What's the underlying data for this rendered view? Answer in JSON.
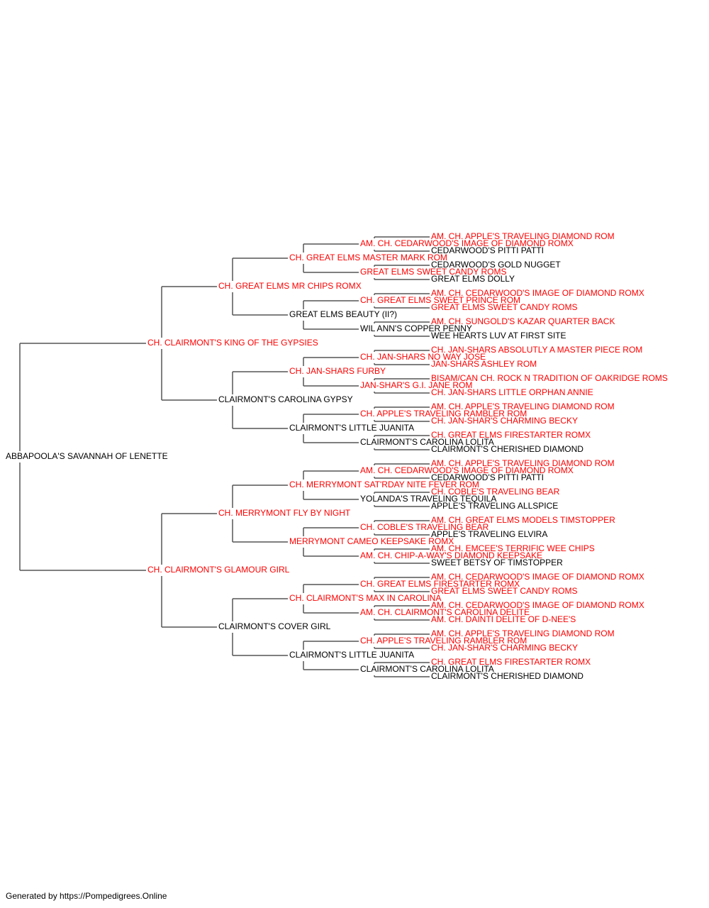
{
  "colors": {
    "titled": "#ff0000",
    "plain": "#000000",
    "line": "#555555"
  },
  "pedigree": {
    "name": "ABBAPOOLA'S SAVANNAH OF LENETTE",
    "titled": false,
    "sire": {
      "name": "CH. CLAIRMONT'S KING OF THE GYPSIES",
      "titled": true,
      "sire": {
        "name": "CH. GREAT ELMS MR CHIPS ROMX",
        "titled": true,
        "sire": {
          "name": "CH. GREAT ELMS MASTER MARK ROM",
          "titled": true,
          "sire": {
            "name": "AM. CH. CEDARWOOD'S IMAGE OF DIAMOND ROMX",
            "titled": true,
            "sire": {
              "name": "AM. CH. APPLE'S TRAVELING DIAMOND ROM",
              "titled": true
            },
            "dam": {
              "name": "CEDARWOOD'S PITTI PATTI",
              "titled": false
            }
          },
          "dam": {
            "name": "GREAT ELMS SWEET CANDY ROMS",
            "titled": true,
            "sire": {
              "name": "CEDARWOOD'S GOLD NUGGET",
              "titled": false
            },
            "dam": {
              "name": "GREAT ELMS DOLLY",
              "titled": false
            }
          }
        },
        "dam": {
          "name": "GREAT ELMS BEAUTY (II?)",
          "titled": false,
          "sire": {
            "name": "CH. GREAT ELMS SWEET PRINCE ROM",
            "titled": true,
            "sire": {
              "name": "AM. CH. CEDARWOOD'S IMAGE OF DIAMOND ROMX",
              "titled": true
            },
            "dam": {
              "name": "GREAT ELMS SWEET CANDY ROMS",
              "titled": true
            }
          },
          "dam": {
            "name": "WIL ANN'S COPPER PENNY",
            "titled": false,
            "sire": {
              "name": "AM. CH. SUNGOLD'S KAZAR QUARTER BACK",
              "titled": true
            },
            "dam": {
              "name": "WEE HEARTS LUV AT FIRST SITE",
              "titled": false
            }
          }
        }
      },
      "dam": {
        "name": "CLAIRMONT'S CAROLINA GYPSY",
        "titled": false,
        "sire": {
          "name": "CH. JAN-SHARS FURBY",
          "titled": true,
          "sire": {
            "name": "CH. JAN-SHARS NO WAY JOSE",
            "titled": true,
            "sire": {
              "name": "CH. JAN-SHARS ABSOLUTLY A MASTER PIECE ROM",
              "titled": true
            },
            "dam": {
              "name": "JAN-SHARS ASHLEY ROM",
              "titled": true
            }
          },
          "dam": {
            "name": "JAN-SHAR'S G.I. JANE ROM",
            "titled": true,
            "sire": {
              "name": "BISAM/CAN CH. ROCK N TRADITION OF OAKRIDGE ROMS",
              "titled": true
            },
            "dam": {
              "name": "CH. JAN-SHARS LITTLE ORPHAN ANNIE",
              "titled": true
            }
          }
        },
        "dam": {
          "name": "CLAIRMONT'S LITTLE JUANITA",
          "titled": false,
          "sire": {
            "name": "CH. APPLE'S TRAVELING RAMBLER ROM",
            "titled": true,
            "sire": {
              "name": "AM. CH. APPLE'S TRAVELING DIAMOND ROM",
              "titled": true
            },
            "dam": {
              "name": "CH. JAN-SHAR'S CHARMING BECKY",
              "titled": true
            }
          },
          "dam": {
            "name": "CLAIRMONT'S CAROLINA LOLITA",
            "titled": false,
            "sire": {
              "name": "CH. GREAT ELMS FIRESTARTER ROMX",
              "titled": true
            },
            "dam": {
              "name": "CLAIRMONT'S CHERISHED DIAMOND",
              "titled": false
            }
          }
        }
      }
    },
    "dam": {
      "name": "CH. CLAIRMONT'S GLAMOUR GIRL",
      "titled": true,
      "sire": {
        "name": "CH. MERRYMONT FLY BY NIGHT",
        "titled": true,
        "sire": {
          "name": "CH. MERRYMONT SAT'RDAY NITE FEVER ROM",
          "titled": true,
          "sire": {
            "name": "AM. CH. CEDARWOOD'S IMAGE OF DIAMOND ROMX",
            "titled": true,
            "sire": {
              "name": "AM. CH. APPLE'S TRAVELING DIAMOND ROM",
              "titled": true
            },
            "dam": {
              "name": "CEDARWOOD'S PITTI PATTI",
              "titled": false
            }
          },
          "dam": {
            "name": "YOLANDA'S TRAVELING TEQUILA",
            "titled": false,
            "sire": {
              "name": "CH. COBLE'S TRAVELING BEAR",
              "titled": true
            },
            "dam": {
              "name": "APPLE'S TRAVELING ALLSPICE",
              "titled": false
            }
          }
        },
        "dam": {
          "name": "MERRYMONT CAMEO KEEPSAKE ROMX",
          "titled": true,
          "sire": {
            "name": "CH. COBLE'S TRAVELING BEAR",
            "titled": true,
            "sire": {
              "name": "AM. CH. GREAT ELMS MODELS TIMSTOPPER",
              "titled": true
            },
            "dam": {
              "name": "APPLE'S TRAVELING ELVIRA",
              "titled": false
            }
          },
          "dam": {
            "name": "AM. CH. CHIP-A-WAY'S DIAMOND KEEPSAKE",
            "titled": true,
            "sire": {
              "name": "AM. CH. EMCEE'S TERRIFIC WEE CHIPS",
              "titled": true
            },
            "dam": {
              "name": "SWEET BETSY OF TIMSTOPPER",
              "titled": false
            }
          }
        }
      },
      "dam": {
        "name": "CLAIRMONT'S COVER GIRL",
        "titled": false,
        "sire": {
          "name": "CH. CLAIRMONT'S MAX IN CAROLINA",
          "titled": true,
          "sire": {
            "name": "CH. GREAT ELMS FIRESTARTER ROMX",
            "titled": true,
            "sire": {
              "name": "AM. CH. CEDARWOOD'S IMAGE OF DIAMOND ROMX",
              "titled": true
            },
            "dam": {
              "name": "GREAT ELMS SWEET CANDY ROMS",
              "titled": true
            }
          },
          "dam": {
            "name": "AM. CH. CLAIRMONT'S CAROLINA DELITE",
            "titled": true,
            "sire": {
              "name": "AM. CH. CEDARWOOD'S IMAGE OF DIAMOND ROMX",
              "titled": true
            },
            "dam": {
              "name": "AM. CH. DAINTI DELITE OF D-NEE'S",
              "titled": true
            }
          }
        },
        "dam": {
          "name": "CLAIRMONT'S LITTLE JUANITA",
          "titled": false,
          "sire": {
            "name": "CH. APPLE'S TRAVELING RAMBLER ROM",
            "titled": true,
            "sire": {
              "name": "AM. CH. APPLE'S TRAVELING DIAMOND ROM",
              "titled": true
            },
            "dam": {
              "name": "CH. JAN-SHAR'S CHARMING BECKY",
              "titled": true
            }
          },
          "dam": {
            "name": "CLAIRMONT'S CAROLINA LOLITA",
            "titled": false,
            "sire": {
              "name": "CH. GREAT ELMS FIRESTARTER ROMX",
              "titled": true
            },
            "dam": {
              "name": "CLAIRMONT'S CHERISHED DIAMOND",
              "titled": false
            }
          }
        }
      }
    }
  },
  "footer": {
    "text": "Generated by https://Pompedigrees.Online"
  }
}
